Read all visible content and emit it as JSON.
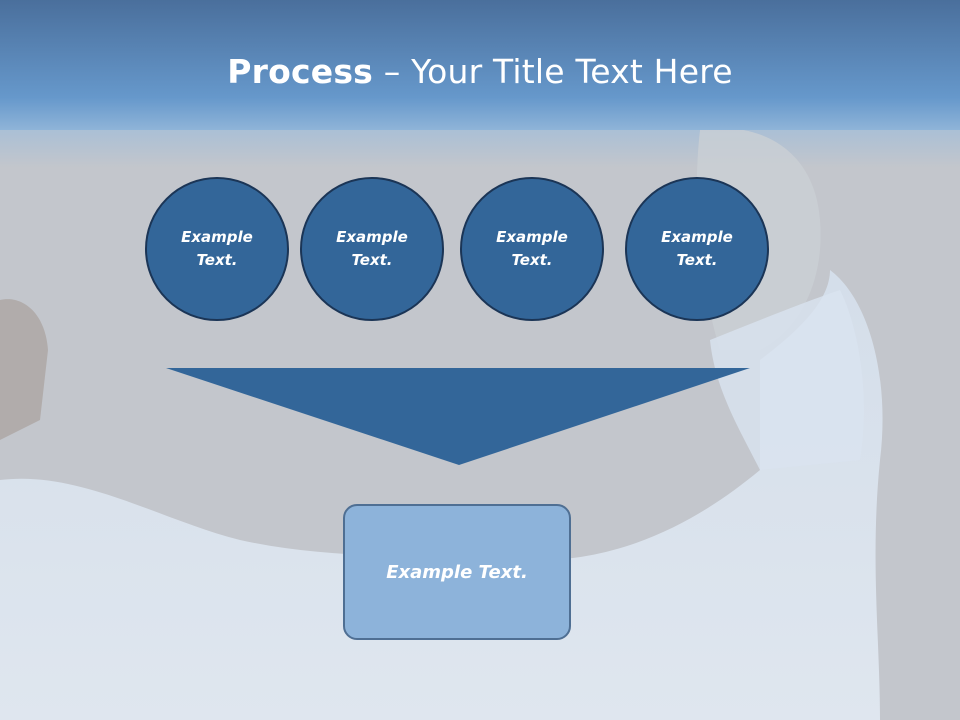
{
  "slide": {
    "title_bold": "Process",
    "title_rest": " – Your Title Text Here"
  },
  "steps": [
    {
      "label": "Example Text."
    },
    {
      "label": "Example Text."
    },
    {
      "label": "Example Text."
    },
    {
      "label": "Example Text."
    }
  ],
  "result": {
    "label": "Example Text."
  },
  "colors": {
    "header_top": "#4a74a4",
    "header_bottom": "#6a9ccf",
    "circle_fill": "#336699",
    "circle_border": "#1b3556",
    "funnel_fill": "#336699",
    "result_fill": "#8db3da",
    "result_border": "#4f6f93",
    "background": "#c3c6cc"
  }
}
